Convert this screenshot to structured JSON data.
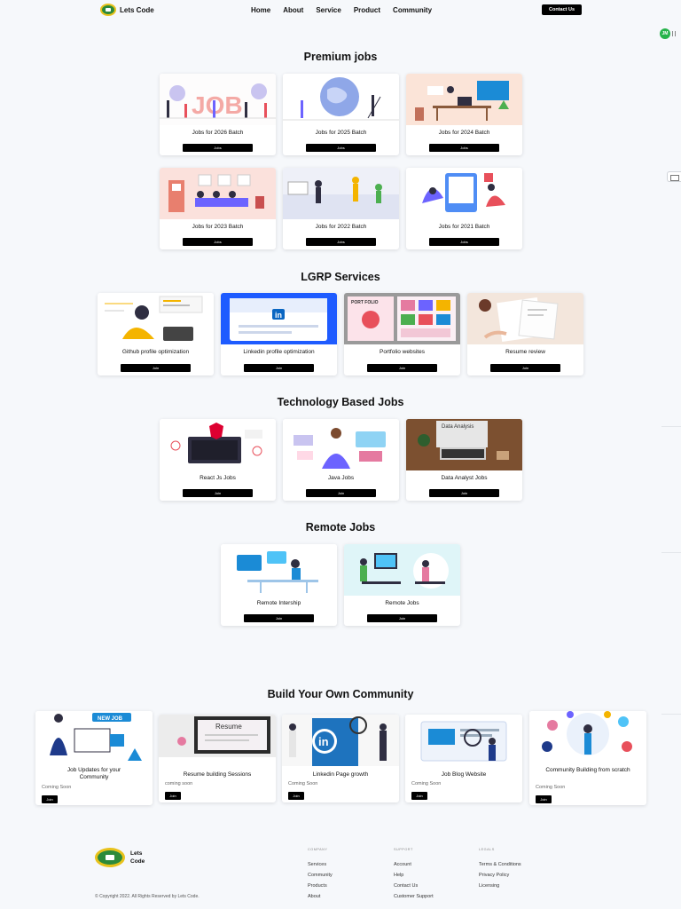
{
  "nav": {
    "brand": "Lets Code",
    "links": [
      "Home",
      "About",
      "Service",
      "Product",
      "Community"
    ],
    "contact": "Contact Us"
  },
  "widgets": {
    "chat_initials": "JM"
  },
  "sections": {
    "premium": "Premium jobs",
    "lgrp": "LGRP Services",
    "tech": "Technology Based Jobs",
    "remote": "Remote Jobs",
    "community": "Build Your Own Community"
  },
  "premium_jobs": [
    {
      "label": "Jobs for 2026 Batch",
      "button": "Jobs"
    },
    {
      "label": "Jobs for 2025 Batch",
      "button": "Jobs"
    },
    {
      "label": "Jobs for 2024 Batch",
      "button": "Jobs"
    },
    {
      "label": "Jobs for 2023 Batch",
      "button": "Jobs"
    },
    {
      "label": "Jobs for 2022 Batch",
      "button": "Jobs"
    },
    {
      "label": "Jobs for 2021 Batch",
      "button": "Jobs"
    }
  ],
  "lgrp_services": [
    {
      "label": "Github profile optimization",
      "button": "Join"
    },
    {
      "label": "Linkedin profile optimization",
      "button": "Join"
    },
    {
      "label": "Portfolio websites",
      "button": "Join"
    },
    {
      "label": "Resume review",
      "button": "Join"
    }
  ],
  "tech_jobs": [
    {
      "label": "React Js Jobs",
      "button": "Join"
    },
    {
      "label": "Java Jobs",
      "button": "Join"
    },
    {
      "label": "Data Analyst Jobs",
      "button": "Join"
    }
  ],
  "remote_jobs": [
    {
      "label": "Remote Intership",
      "button": "Join"
    },
    {
      "label": "Remote Jobs",
      "button": "Join"
    }
  ],
  "community": [
    {
      "label": "Job Updates for your Community",
      "sub": "Coming Soon",
      "button": "Join",
      "badge": "NEW JOB"
    },
    {
      "label": "Resume building Sessions",
      "sub": "coming soon",
      "button": "Join",
      "screen_text": "Resume"
    },
    {
      "label": "Linkedin Page growth",
      "sub": "Coming Soon",
      "button": "Join"
    },
    {
      "label": "Job Blog Website",
      "sub": "Coming Soon",
      "button": "Join"
    },
    {
      "label": "Community Building from scratch",
      "sub": "Coming Soon",
      "button": "Join"
    }
  ],
  "thumb_text": {
    "jobs_word": "JOB",
    "portfolio": "PORT FOLIO",
    "data_analysis": "Data Analysis"
  },
  "footer": {
    "brand": "Lets Code",
    "copyright": "© Copyright 2022. All Rights Reserved by Lets Code.",
    "company": {
      "title": "COMPANY",
      "items": [
        "Services",
        "Community",
        "Products",
        "About"
      ]
    },
    "support": {
      "title": "SUPPORT",
      "items": [
        "Account",
        "Help",
        "Contact Us",
        "Customer Support"
      ]
    },
    "legals": {
      "title": "LEGALS",
      "items": [
        "Terms & Conditions",
        "Privacy Policy",
        "Licensing"
      ]
    }
  },
  "colors": {
    "accent": "#000000",
    "background": "#f6f8fb",
    "brand_green": "#2c8a3a",
    "brand_yellow": "#e8c21b"
  }
}
